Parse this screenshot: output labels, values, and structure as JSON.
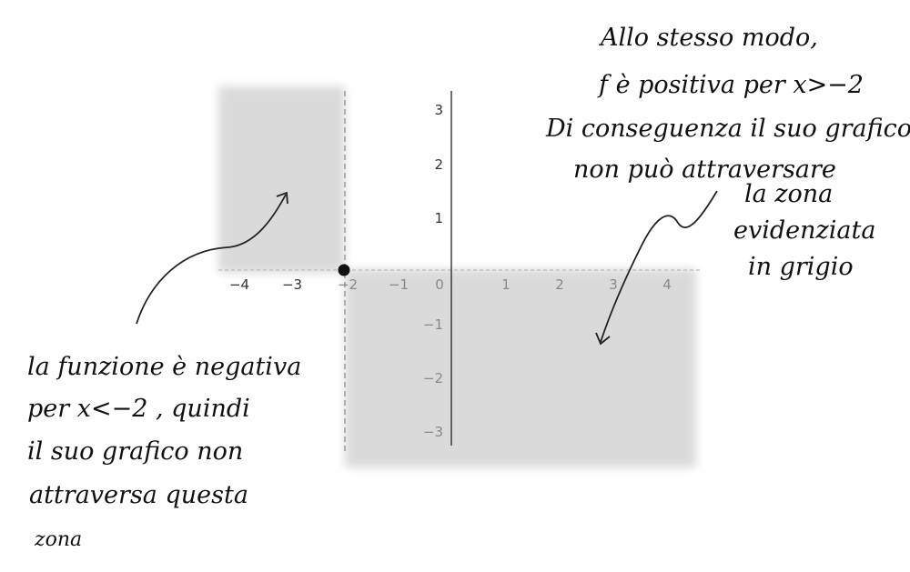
{
  "axes": {
    "x_tick_labels": [
      "−4",
      "−3",
      "−2",
      "−1",
      "0",
      "1",
      "2",
      "3",
      "4"
    ],
    "y_tick_labels": [
      "3",
      "2",
      "1",
      "−1",
      "−2",
      "−3"
    ]
  },
  "point": {
    "x": -2,
    "y": 0
  },
  "annotation_left": {
    "lines": [
      "la funzione è negativa",
      "per x<−2 , quindi",
      "il suo grafico non",
      "attraversa questa",
      "zona"
    ]
  },
  "annotation_right": {
    "lines": [
      "Allo stesso modo,",
      "f è positiva per x>−2",
      "Di conseguenza il suo grafico",
      "non può attraversare",
      "la zona",
      "evidenziata",
      "in grigio"
    ]
  },
  "colors": {
    "region": "#dadada",
    "ink": "#111111",
    "axis": "#222222",
    "dashed": "#aaaaaa"
  }
}
